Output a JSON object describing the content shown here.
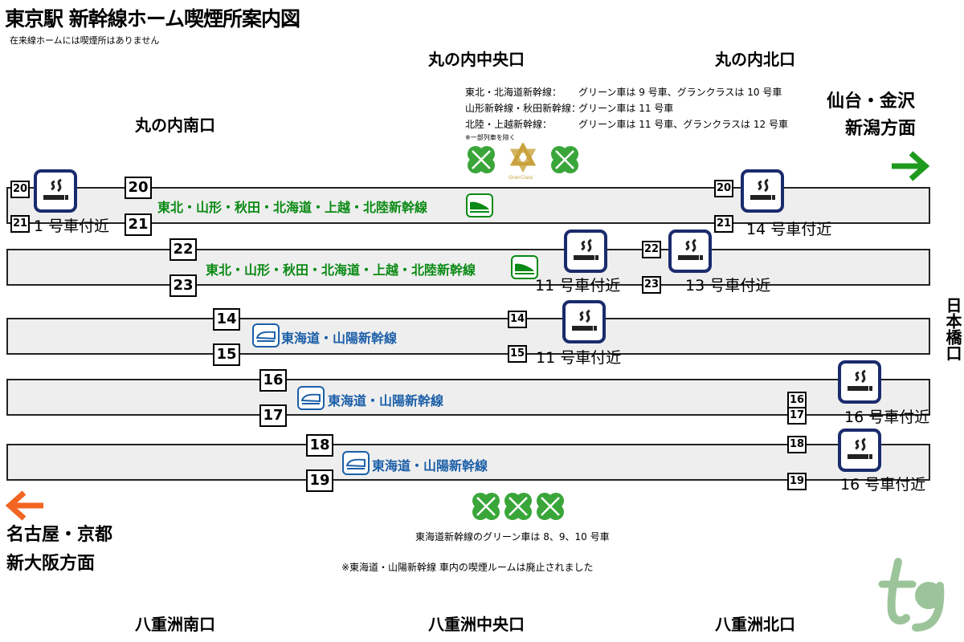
{
  "title": "東京駅 新幹線ホーム喫煙所案内図",
  "subtitle": "在来線ホームには喫煙所はありません",
  "exits": {
    "marunouchi_central": "丸の内中央口",
    "marunouchi_north": "丸の内北口",
    "marunouchi_south": "丸の内南口",
    "yaesu_south": "八重洲南口",
    "yaesu_central": "八重洲中央口",
    "yaesu_north": "八重洲北口",
    "nihonbashi": "日本橋口"
  },
  "directions": {
    "north_line1": "仙台・金沢",
    "north_line2": "新潟方面",
    "south_line1": "名古屋・京都",
    "south_line2": "新大阪方面"
  },
  "green_car_notes": {
    "tohoku_label": "東北・北海道新幹線：",
    "tohoku_value": "グリーン車は 9 号車、グランクラスは 10 号車",
    "yamagata_label": "山形新幹線・秋田新幹線：",
    "yamagata_value": "グリーン車は 11 号車",
    "hokuriku_label": "北陸・上越新幹線：",
    "hokuriku_value": "グリーン車は 11 号車、グランクラスは 12 号車",
    "exception": "※一部列車を除く",
    "granclass_caption": "GranClass",
    "tokaido": "東海道新幹線のグリーン車は 8、9、10 号車",
    "abolished": "※東海道・山陽新幹線 車内の喫煙ルームは廃止されました"
  },
  "lines": {
    "tohoku": "東北・山形・秋田・北海道・上越・北陸新幹線",
    "tokaido": "東海道・山陽新幹線"
  },
  "tracks": {
    "t20": "20",
    "t21": "21",
    "t22": "22",
    "t23": "23",
    "t14": "14",
    "t15": "15",
    "t16": "16",
    "t17": "17",
    "t18": "18",
    "t19": "19"
  },
  "car_labels": {
    "p1_south": "1 号車付近",
    "p1_north": "14 号車付近",
    "p2_a": "11 号車付近",
    "p2_b": "13 号車付近",
    "p3": "11 号車付近",
    "p4": "16 号車付近",
    "p5": "16 号車付近"
  },
  "colors": {
    "green_line": "#0a8a14",
    "blue_line": "#1b5fa8",
    "smoking_border": "#1a2b6d",
    "north_arrow": "#1e9a1e",
    "south_arrow": "#f26522",
    "green_car": "#3aa63a",
    "granclass": "#c8a23c"
  },
  "icons": {
    "smoking": "smoking-area-icon",
    "green_car": "green-car-clover-icon",
    "granclass": "granclass-icon",
    "train": "shinkansen-train-icon"
  }
}
